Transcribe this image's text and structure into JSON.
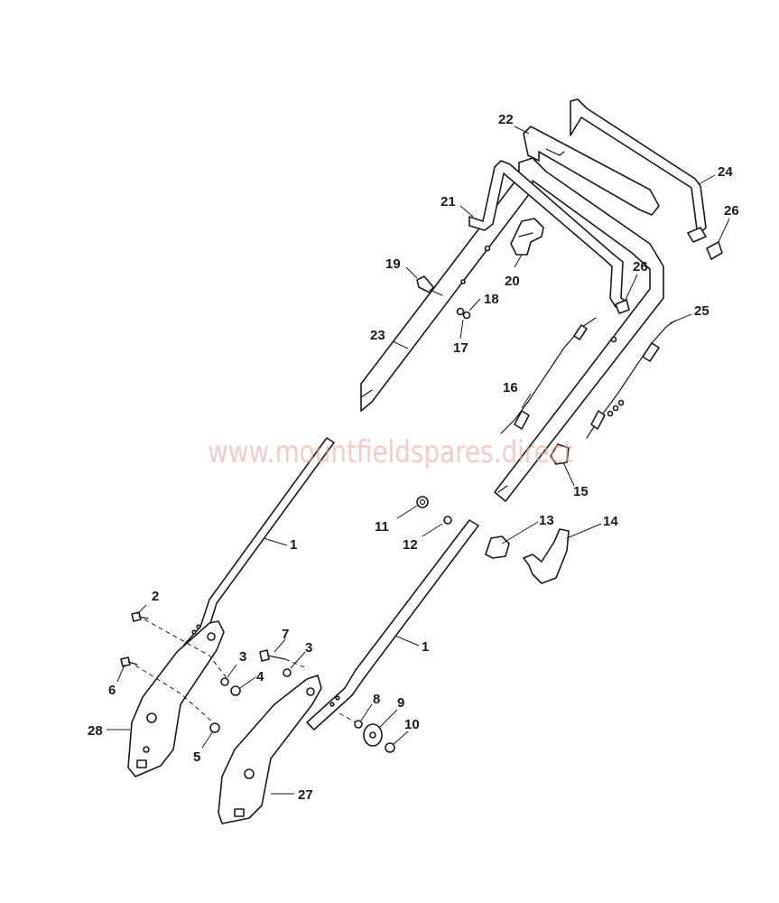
{
  "watermark": "www.mountfieldspares.direct",
  "callouts": {
    "p1a": "1",
    "p1b": "1",
    "p2": "2",
    "p3a": "3",
    "p3b": "3",
    "p4": "4",
    "p5": "5",
    "p6": "6",
    "p7": "7",
    "p8": "8",
    "p9": "9",
    "p10": "10",
    "p11": "11",
    "p12": "12",
    "p13": "13",
    "p14": "14",
    "p15": "15",
    "p16": "16",
    "p17": "17",
    "p18": "18",
    "p19": "19",
    "p20": "20",
    "p21": "21",
    "p22": "22",
    "p23": "23",
    "p24": "24",
    "p25": "25",
    "p26a": "26",
    "p26b": "26",
    "p27": "27",
    "p28": "28"
  }
}
